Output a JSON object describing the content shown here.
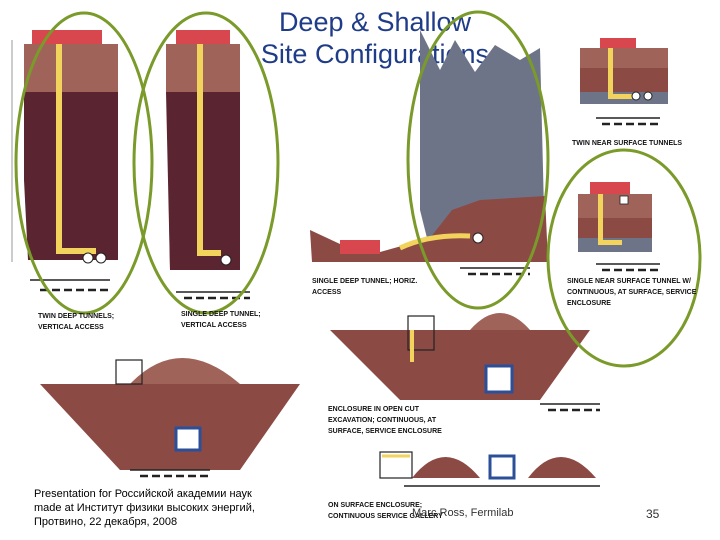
{
  "slide": {
    "title_line1": "Deep & Shallow",
    "title_line2": "Site Configurations",
    "footer_left_1": "Presentation for Российской академии наук",
    "footer_left_2": "made at Институт физики высоких энергий,",
    "footer_left_3": "Протвино, 22 декабря, 2008",
    "footer_author": "Marc Ross, Fermilab",
    "page_number": "35"
  },
  "captions": {
    "twin_deep_1": "TWIN DEEP TUNNELS;",
    "twin_deep_2": "VERTICAL ACCESS",
    "single_deep_1": "SINGLE DEEP TUNNEL;",
    "single_deep_2": "VERTICAL ACCESS",
    "single_horiz_1": "SINGLE DEEP TUNNEL; HORIZ.",
    "single_horiz_2": "ACCESS",
    "twin_near_1": "TWIN NEAR SURFACE TUNNELS",
    "single_near_1": "SINGLE NEAR SURFACE TUNNEL W/",
    "single_near_2": "CONTINUOUS, AT SURFACE, SERVICE",
    "single_near_3": "ENCLOSURE",
    "open_cut_1": "ENCLOSURE IN OPEN CUT",
    "open_cut_2": "EXCAVATION; CONTINUOUS, AT",
    "open_cut_3": "SURFACE, SERVICE ENCLOSURE",
    "on_surface_1": "ON SURFACE ENCLOSURE;",
    "on_surface_2": "CONTINUOUS SERVICE GALLERY"
  },
  "colors": {
    "highlight_ellipse": "#7a9a2a",
    "rock_dark": "#5a2430",
    "rock_mid": "#8c4a44",
    "soil_light": "#a0635a",
    "gray_rock": "#6e7488",
    "shaft_yellow": "#f2d35c",
    "building_red": "#d8464e",
    "tunnel_blue": "#2c4f9a"
  }
}
